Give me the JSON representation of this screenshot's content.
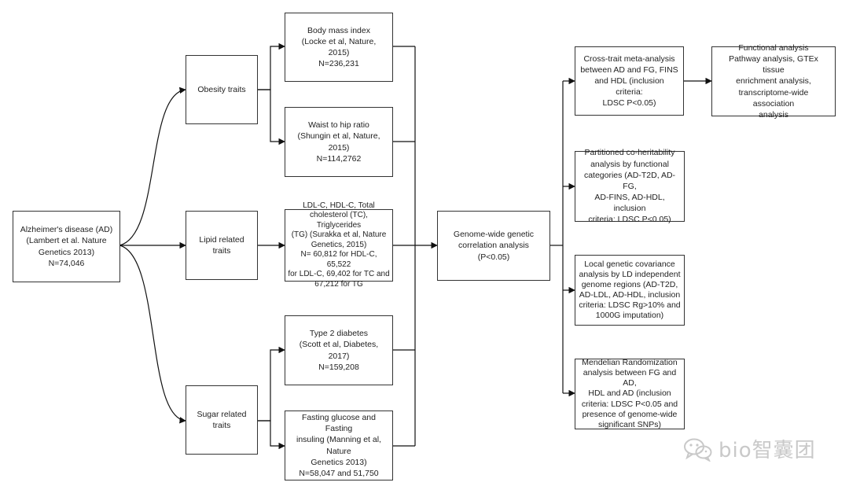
{
  "nodes": {
    "ad": [
      "Alzheimer's disease (AD)",
      "(Lambert et al. Nature",
      "Genetics 2013)",
      "N=74,046"
    ],
    "obesity": [
      "Obesity traits"
    ],
    "lipid": [
      "Lipid related traits"
    ],
    "sugar": [
      "Sugar related",
      "traits"
    ],
    "bmi": [
      "Body mass index",
      "(Locke et al, Nature, 2015)",
      "N=236,231"
    ],
    "whr": [
      "Waist to hip ratio",
      "(Shungin et al, Nature, 2015)",
      "N=114,2762"
    ],
    "lipids_gwas": [
      "LDL-C, HDL-C, Total",
      "cholesterol (TC), Triglycerides",
      "(TG) (Surakka et al, Nature",
      "Genetics, 2015)",
      "N= 60,812 for HDL-C, 65,522",
      "for LDL-C, 69,402 for TC and",
      "67,212 for TG"
    ],
    "t2d": [
      "Type 2 diabetes",
      "(Scott et al, Diabetes, 2017)",
      "N=159,208"
    ],
    "fg": [
      "Fasting glucose and Fasting",
      "insuling (Manning et al, Nature",
      "Genetics  2013)",
      "N=58,047 and 51,750"
    ],
    "gwgc": [
      "Genome-wide genetic",
      "correlation analysis",
      "(P<0.05)"
    ],
    "cross": [
      "Cross-trait meta-analysis",
      "between AD and FG, FINS",
      "and HDL (inclusion criteria:",
      "LDSC P<0.05)"
    ],
    "functional": [
      "Functional analysis",
      "Pathway analysis, GTEx tissue",
      "enrichment analysis,",
      "transcriptome-wide association",
      "analysis"
    ],
    "partitioned": [
      "Partitioned co-heritability",
      "analysis by functional",
      "categories (AD-T2D, AD-FG,",
      "AD-FINS, AD-HDL, inclusion",
      "criteria: LDSC P<0.05)"
    ],
    "local": [
      "Local genetic covariance",
      "analysis by LD independent",
      "genome regions (AD-T2D,",
      "AD-LDL, AD-HDL, inclusion",
      "criteria: LDSC Rg>10% and",
      "1000G imputation)"
    ],
    "mr": [
      "Mendelian Randomization",
      "analysis between FG and AD,",
      "HDL and AD (inclusion",
      "criteria: LDSC P<0.05 and",
      "presence of genome-wide",
      "significant SNPs)"
    ]
  },
  "watermark": {
    "text": "bio智囊团",
    "icon": "wechat-icon"
  },
  "colors": {
    "line": "#111111",
    "border": "#333333",
    "watermark": "#c9c9c9"
  }
}
